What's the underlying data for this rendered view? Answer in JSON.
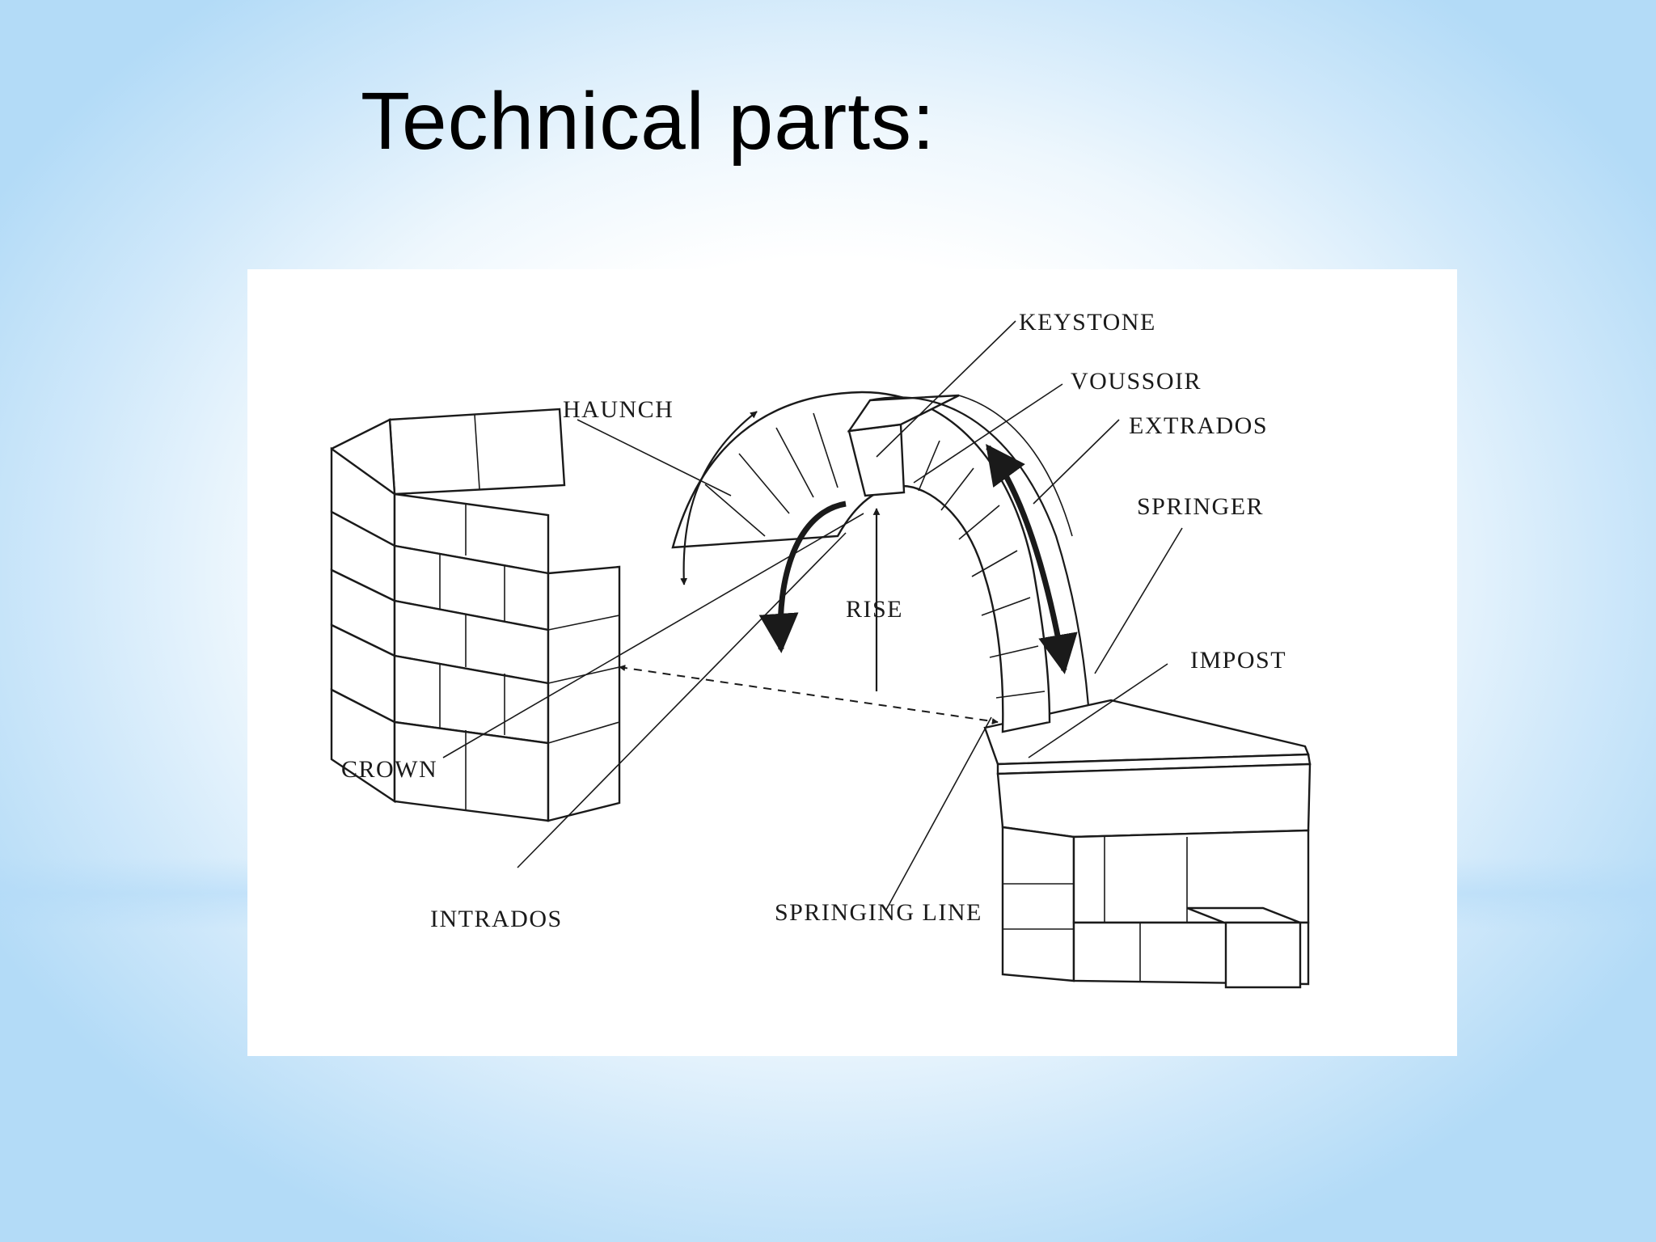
{
  "slide": {
    "title": "Technical parts:"
  },
  "diagram": {
    "labels": {
      "keystone": "KEYSTONE",
      "voussoir": "VOUSSOIR",
      "extrados": "EXTRADOS",
      "haunch": "HAUNCH",
      "springer": "SPRINGER",
      "rise": "RISE",
      "impost": "IMPOST",
      "crown": "CROWN",
      "intrados": "INTRADOS",
      "springing_line": "SPRINGING LINE"
    }
  },
  "colors": {
    "background_center": "#ffffff",
    "background_edge": "#b3dbf7",
    "ink": "#1a1a1a"
  }
}
